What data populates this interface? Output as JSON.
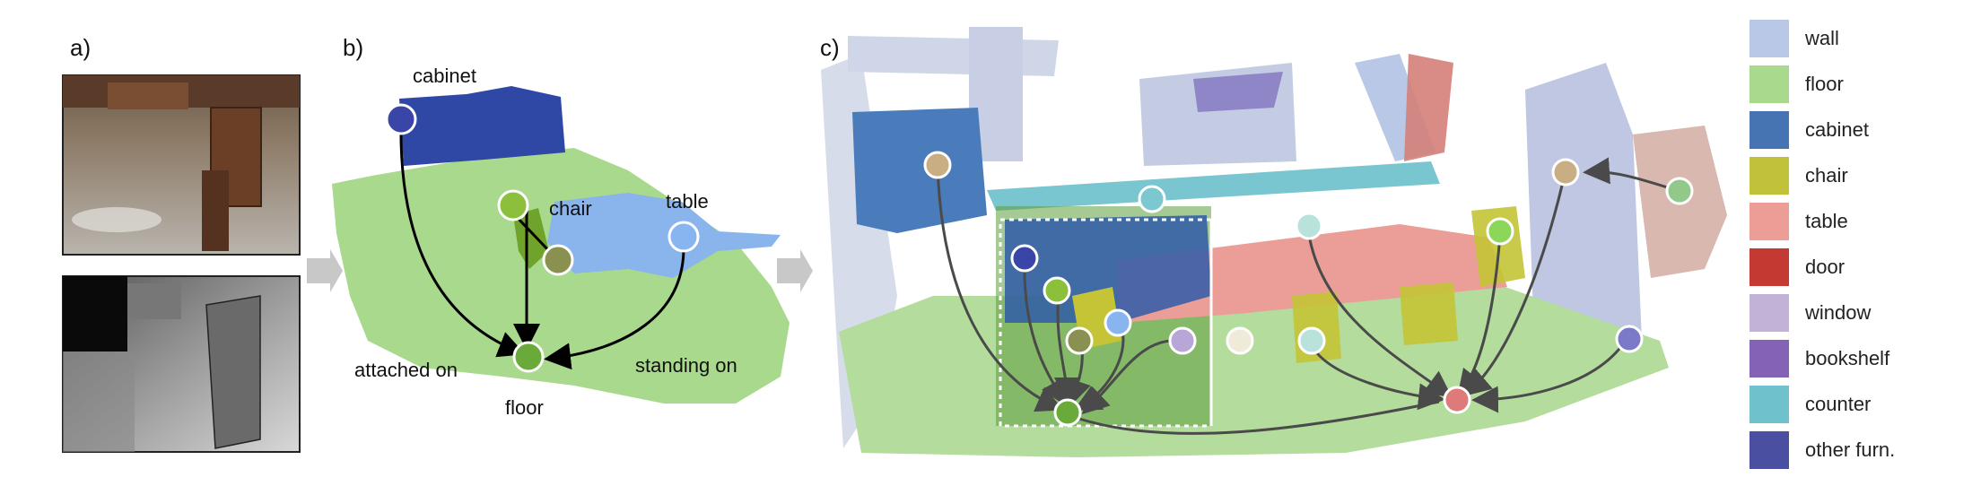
{
  "panels": {
    "a": "a)",
    "b": "b)",
    "c": "c)"
  },
  "panel_b": {
    "labels": {
      "cabinet": "cabinet",
      "chair": "chair",
      "table": "table",
      "floor": "floor",
      "attached_on": "attached on",
      "standing_on": "standing on"
    }
  },
  "legend": [
    {
      "label": "wall",
      "color": "#b9c8e6"
    },
    {
      "label": "floor",
      "color": "#a8d98c"
    },
    {
      "label": "cabinet",
      "color": "#4674b2"
    },
    {
      "label": "chair",
      "color": "#c2c23a"
    },
    {
      "label": "table",
      "color": "#ec9e96"
    },
    {
      "label": "door",
      "color": "#c43a33"
    },
    {
      "label": "window",
      "color": "#c3b2d8"
    },
    {
      "label": "bookshelf",
      "color": "#8463b6"
    },
    {
      "label": "counter",
      "color": "#6fc2cc"
    },
    {
      "label": "other furn.",
      "color": "#4b4fa2"
    }
  ],
  "node_colors": {
    "cabinet": "#3a45a8",
    "chair": "#8cbf3c",
    "chair_alt": "#8a9150",
    "table": "#88b4f0",
    "floor": "#6aaa3a",
    "counter": "#7cc8d0",
    "table_node": "#de7a7a",
    "window": "#b7a6d6",
    "other": "#7a7ac8",
    "tan": "#c9ad83",
    "sage": "#92c98b",
    "cream": "#f0ead8",
    "pale": "#b9e2dc"
  }
}
